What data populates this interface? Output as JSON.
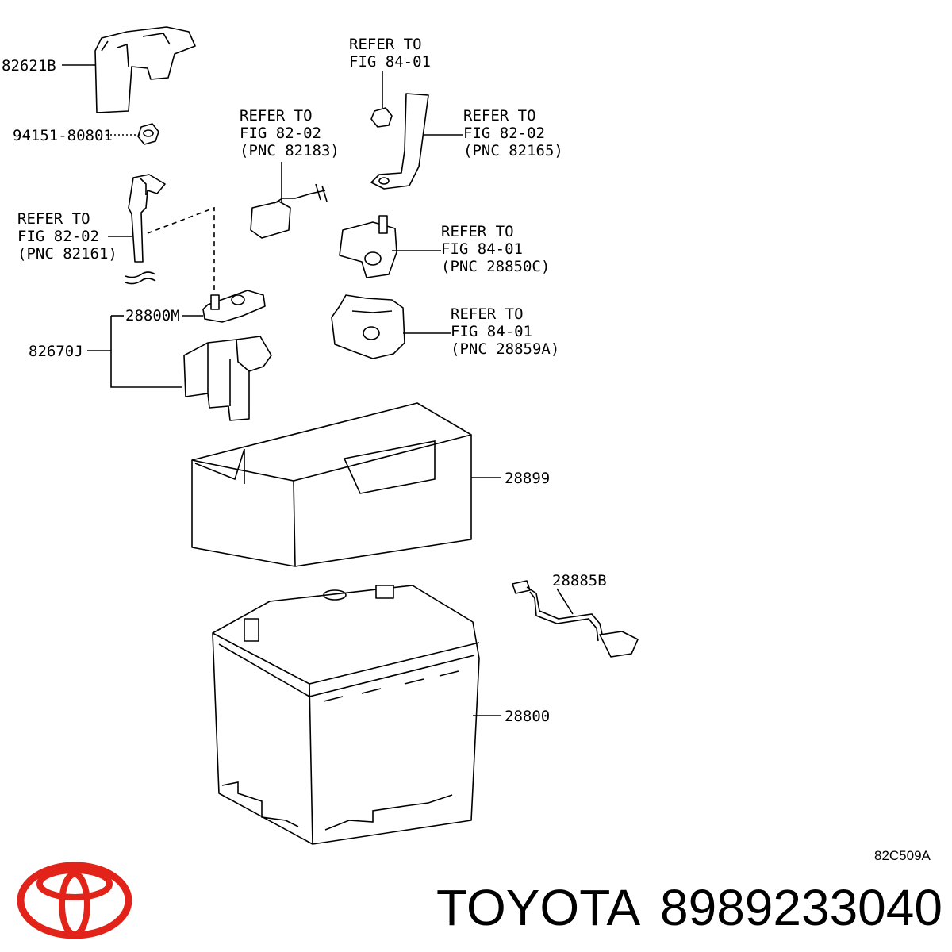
{
  "parts": {
    "p82621b": "82621B",
    "p94151": "94151-80801",
    "p28800m": "28800M",
    "p82670j": "82670J",
    "p28899": "28899",
    "p28885b": "28885B",
    "p28800": "28800"
  },
  "refs": {
    "r1": [
      "REFER TO",
      "FIG 84-01"
    ],
    "r2": [
      "REFER TO",
      "FIG 82-02",
      "(PNC 82183)"
    ],
    "r3": [
      "REFER TO",
      "FIG 82-02",
      "(PNC 82165)"
    ],
    "r4": [
      "REFER TO",
      "FIG 82-02",
      "(PNC 82161)"
    ],
    "r5": [
      "REFER TO",
      "FIG 84-01",
      "(PNC 28850C)"
    ],
    "r6": [
      "REFER TO",
      "FIG 84-01",
      "(PNC 28859A)"
    ]
  },
  "diagram_code": "82C509A",
  "brand": {
    "name": "TOYOTA",
    "part_number": "8989233040",
    "logo_color": "#e2231a"
  }
}
